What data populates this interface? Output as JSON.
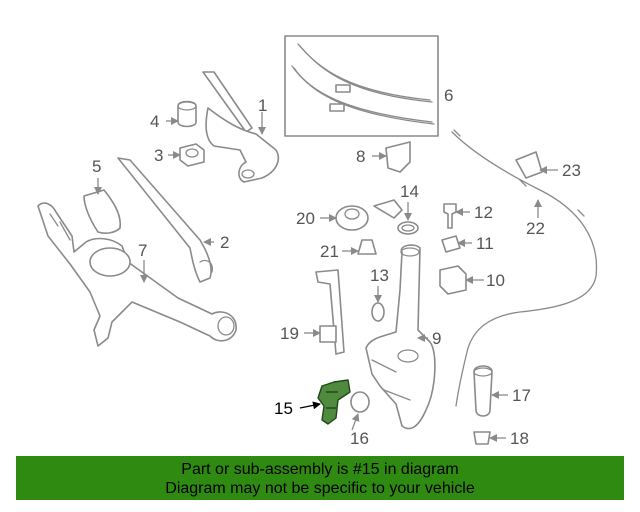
{
  "diagram": {
    "callouts": [
      "1",
      "2",
      "3",
      "4",
      "5",
      "6",
      "7",
      "8",
      "9",
      "10",
      "11",
      "12",
      "13",
      "14",
      "15",
      "16",
      "17",
      "18",
      "19",
      "20",
      "21",
      "22",
      "23"
    ],
    "highlighted_part": "15",
    "highlight_color": "#4f8a3e"
  },
  "banner": {
    "line1": "Part or sub-assembly is #15 in diagram",
    "line2": "Diagram may not be specific to your vehicle",
    "background_color": "#2f8a12"
  }
}
